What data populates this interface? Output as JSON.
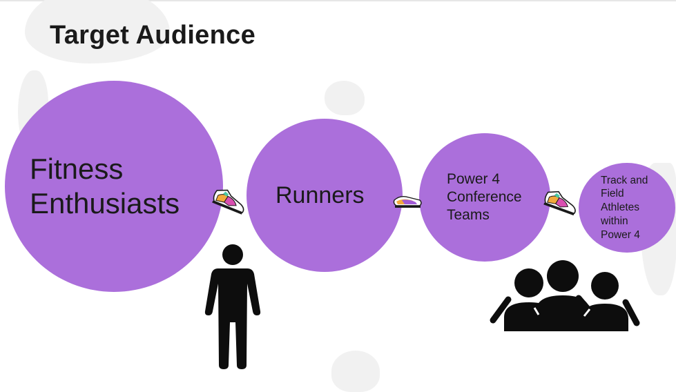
{
  "slide": {
    "title": "Target Audience"
  },
  "segments": [
    {
      "label": "Fitness\nEnthusiasts"
    },
    {
      "label": "Runners"
    },
    {
      "label": "Power 4\nConference\nTeams"
    },
    {
      "label": "Track and\nField\nAthletes\nwithin\nPower 4"
    }
  ],
  "colors": {
    "circle_fill": "#ab6fdb",
    "text": "#1a1a1a",
    "decor_blob": "#f1f1f1"
  },
  "icons": {
    "connector": "sneaker-icon",
    "individual": "person-icon",
    "team": "group-icon"
  }
}
